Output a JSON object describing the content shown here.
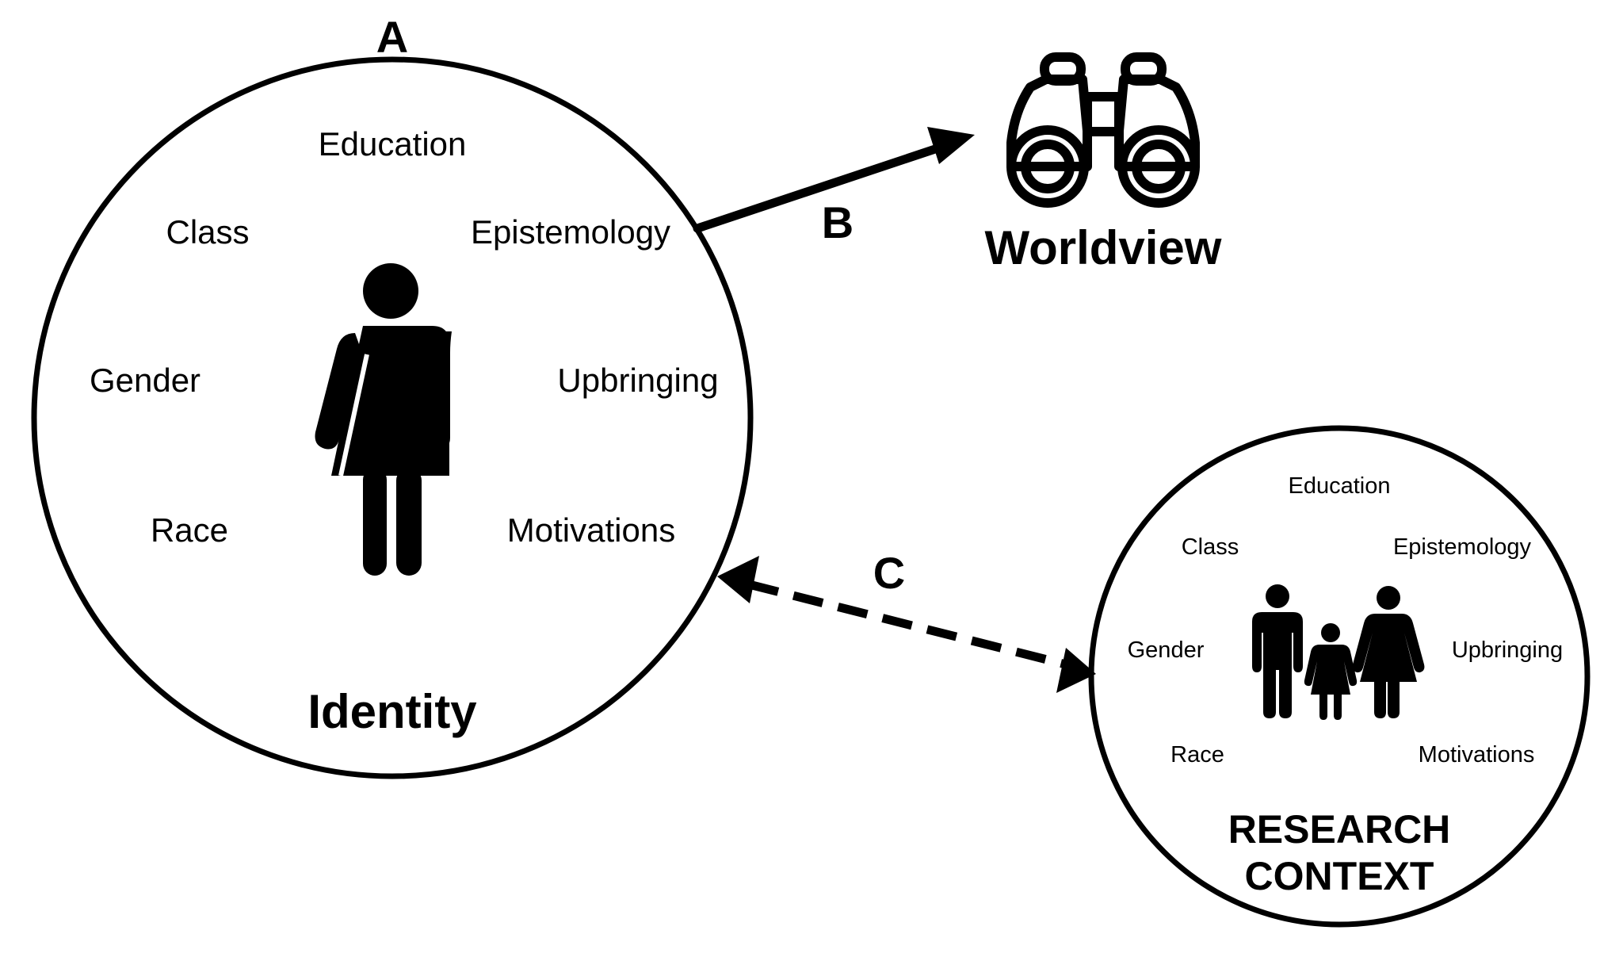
{
  "letters": {
    "a": "A",
    "b": "B",
    "c": "C"
  },
  "identity": {
    "title": "Identity",
    "attributes": {
      "education": "Education",
      "class": "Class",
      "epistemology": "Epistemology",
      "gender": "Gender",
      "upbringing": "Upbringing",
      "race": "Race",
      "motivations": "Motivations"
    }
  },
  "worldview": {
    "title": "Worldview"
  },
  "research_context": {
    "title_line1": "RESEARCH",
    "title_line2": "CONTEXT",
    "attributes": {
      "education": "Education",
      "class": "Class",
      "epistemology": "Epistemology",
      "gender": "Gender",
      "upbringing": "Upbringing",
      "race": "Race",
      "motivations": "Motivations"
    }
  },
  "icons": {
    "identity_figure": "person-icon",
    "worldview": "binoculars-icon",
    "research_people": "family-icon"
  }
}
